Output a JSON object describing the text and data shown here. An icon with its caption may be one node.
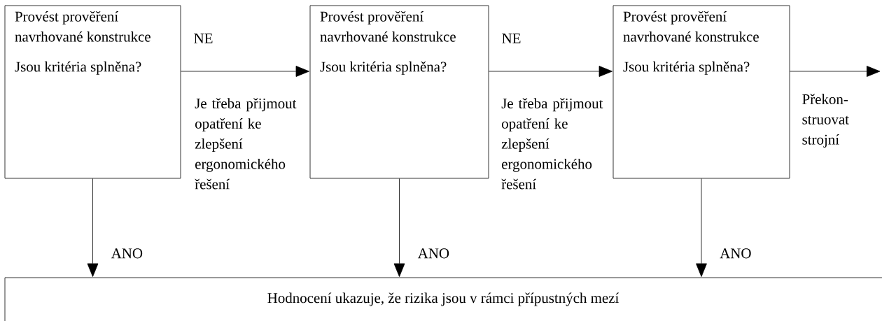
{
  "diagram": {
    "nodes": [
      {
        "text": [
          "Provést prověření navrhované konstrukce",
          "Jsou kritéria splněna?"
        ]
      },
      {
        "text": [
          "Provést prověření navrhované konstrukce",
          "Jsou kritéria splněna?"
        ]
      },
      {
        "text": [
          "Provést prověření navrhované konstrukce",
          "Jsou kritéria splněna?"
        ]
      },
      {
        "text": [
          "Hodnocení ukazuje, že rizika jsou v rámci přípustných mezí"
        ]
      }
    ],
    "edges": [
      {
        "from": 0,
        "to": 1,
        "arrow": "to",
        "label": "NE"
      },
      {
        "from": 1,
        "to": 2,
        "arrow": "to",
        "label": "NE"
      },
      {
        "from": 2,
        "to": null,
        "arrow": "to",
        "label": "Překon- struovat strojní"
      },
      {
        "from": 0,
        "to": 3,
        "arrow": "to",
        "label": "ANO"
      },
      {
        "from": 1,
        "to": 3,
        "arrow": "to",
        "label": "ANO"
      },
      {
        "from": 2,
        "to": 3,
        "arrow": "to",
        "label": "ANO"
      }
    ],
    "labels": [
      "Je třeba přijmout opatření ke zlepšení ergonomického řešení",
      "Je třeba přijmout opatření ke zlepšení ergonomického řešení"
    ]
  }
}
